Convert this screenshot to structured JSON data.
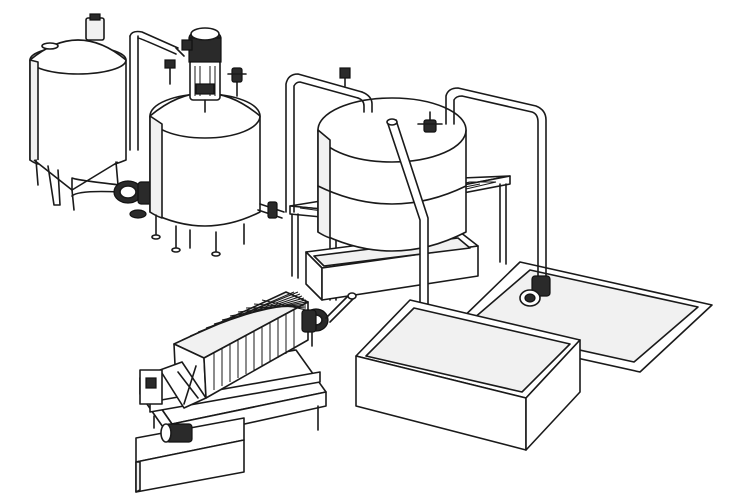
{
  "figure": {
    "description_labels": [],
    "colors": {
      "stroke": "#1a1a1a",
      "fill_light": "#f1f1f1",
      "fill_white": "#ffffff",
      "fill_dark": "#2a2a2a"
    },
    "components": [
      "storage-tank",
      "mixing-tank-with-agitator",
      "large-vessel-on-frame",
      "plate-filter-press",
      "collection-basin",
      "drain-tray",
      "transfer-pumps",
      "piping",
      "valves"
    ]
  }
}
